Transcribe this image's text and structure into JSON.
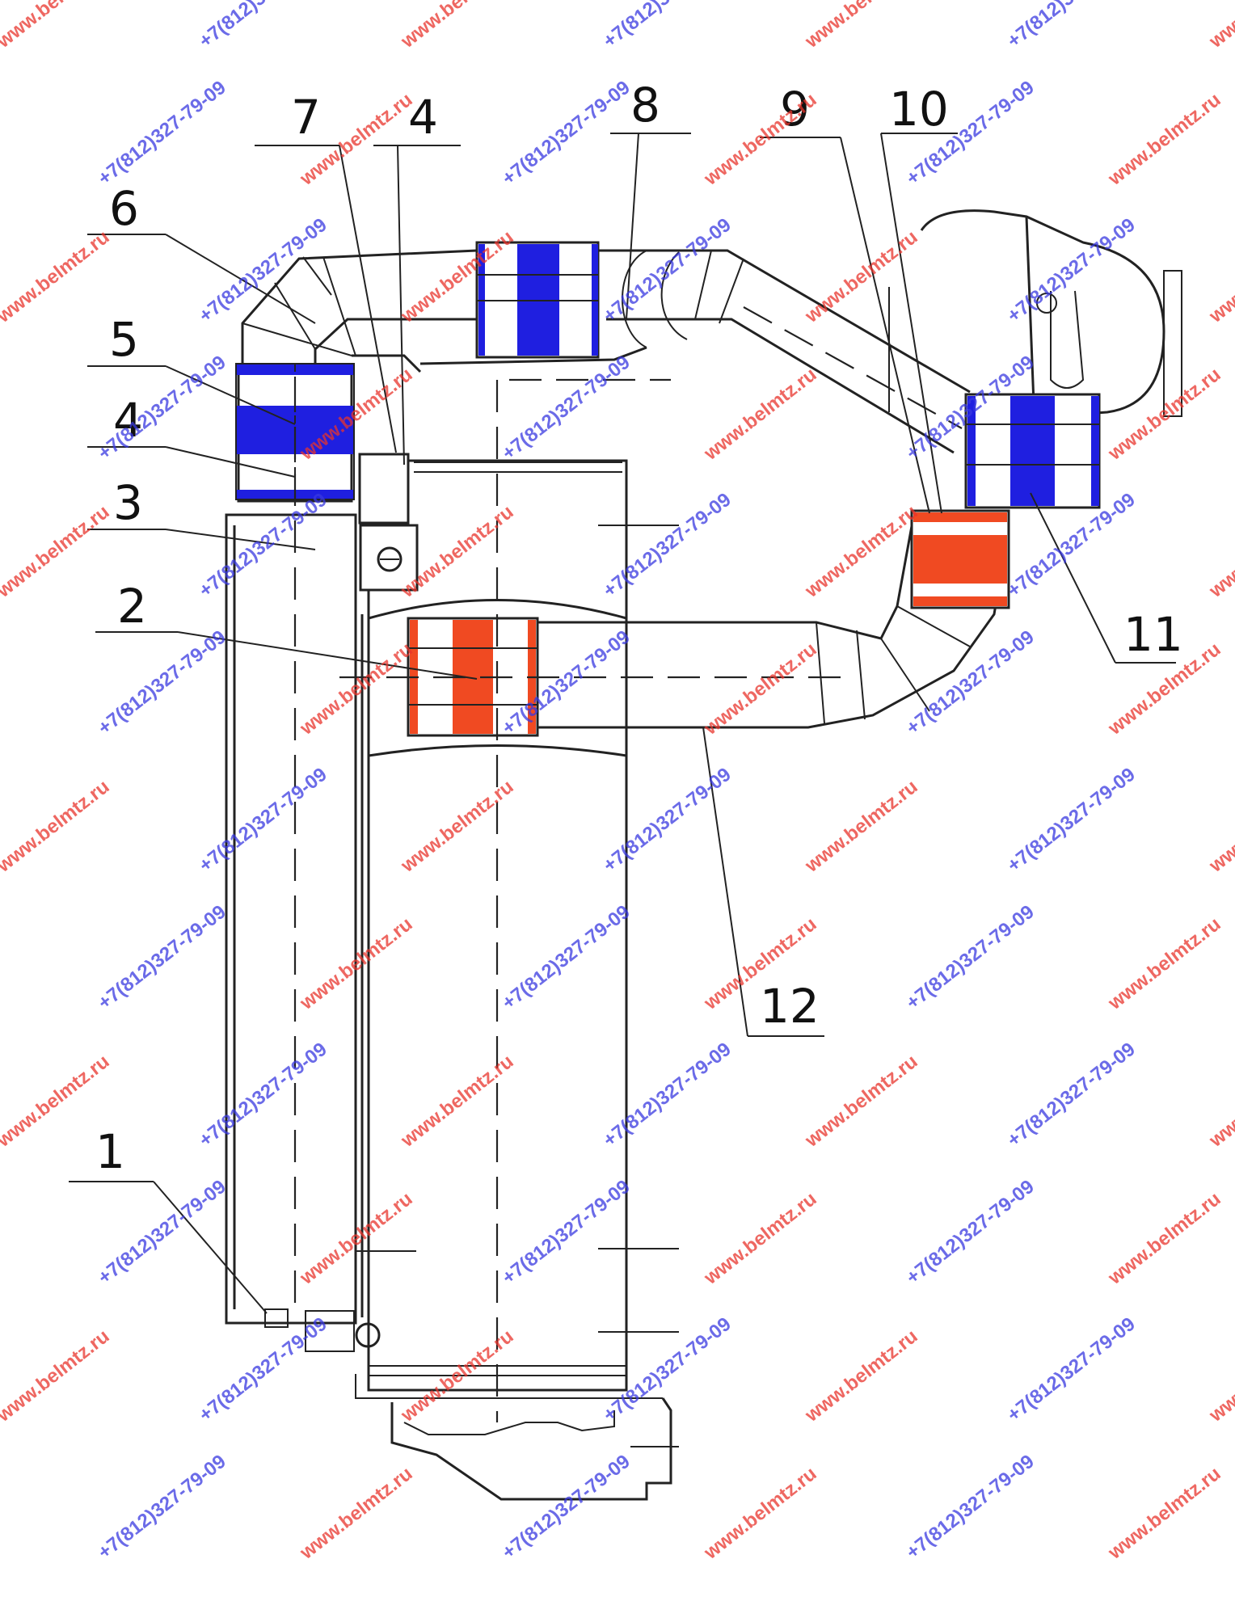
{
  "diagram": {
    "callouts": [
      {
        "id": "c1",
        "text": "1"
      },
      {
        "id": "c2",
        "text": "2"
      },
      {
        "id": "c3",
        "text": "3"
      },
      {
        "id": "c4a",
        "text": "4"
      },
      {
        "id": "c4b",
        "text": "4"
      },
      {
        "id": "c5",
        "text": "5"
      },
      {
        "id": "c6",
        "text": "6"
      },
      {
        "id": "c7",
        "text": "7"
      },
      {
        "id": "c8",
        "text": "8"
      },
      {
        "id": "c9",
        "text": "9"
      },
      {
        "id": "c10",
        "text": "10"
      },
      {
        "id": "c11",
        "text": "11"
      },
      {
        "id": "c12",
        "text": "12"
      }
    ],
    "colors": {
      "line": "#222222",
      "clamp_blue": "#1f1fe0",
      "clamp_red": "#f04a22",
      "watermark_red": "#e8342c",
      "watermark_blue": "#3a3ae0"
    }
  },
  "watermarks": {
    "site": "www.belmtz.ru",
    "phone": "+7(812)327-79-09"
  }
}
